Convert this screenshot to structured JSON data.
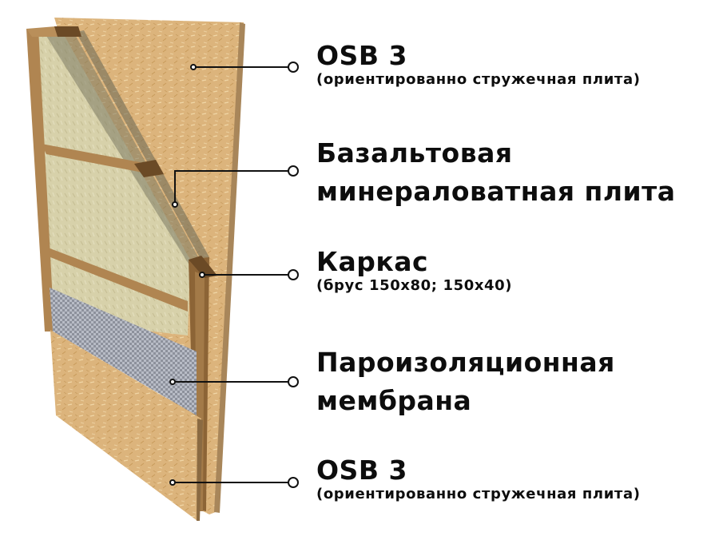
{
  "diagram": {
    "subject": "Frame wall panel layers",
    "colors": {
      "osb": "#d9b27a",
      "osb_light": "#e8c994",
      "insulation": "#d8d2ac",
      "frame": "#a37a48",
      "frame_dark": "#6b4a26",
      "membrane": "#8a8e9a",
      "leader_line": "#111111"
    },
    "layers": [
      {
        "id": "osb-outer",
        "title": "OSB 3",
        "subtitle": "(ориентированно стружечная плита)"
      },
      {
        "id": "mineral-wool",
        "title_line1": "Базальтовая",
        "title_line2": "минераловатная плита"
      },
      {
        "id": "frame",
        "title": "Каркас",
        "subtitle": "(брус 150х80; 150х40)"
      },
      {
        "id": "vapor-membrane",
        "title_line1": "Пароизоляционная",
        "title_line2": "мембрана"
      },
      {
        "id": "osb-inner",
        "title": "OSB 3",
        "subtitle": "(ориентированно стружечная плита)"
      }
    ]
  }
}
